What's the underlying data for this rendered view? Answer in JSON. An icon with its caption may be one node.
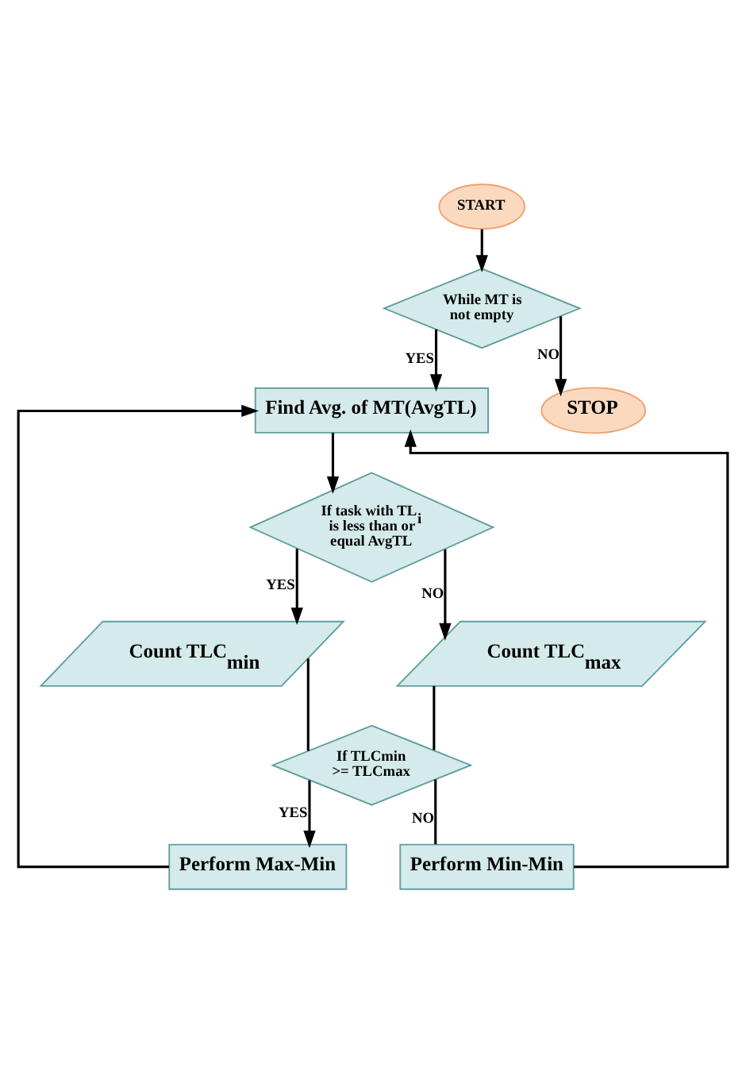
{
  "diagram": {
    "nodes": [
      {
        "text": [
          "START"
        ]
      },
      {
        "text": [
          "While MT is not empty"
        ]
      },
      {
        "text": [
          "Find Avg. of MT(AvgTL)"
        ]
      },
      {
        "text": [
          "If task with TL$_{i}$ is less than or equal AvgTL"
        ]
      },
      {
        "text": [
          "Count TLC$_{min}$"
        ]
      },
      {
        "text": [
          "Count TLC$_{max}$"
        ]
      },
      {
        "text": [
          "If TLCmin >= TLCmax"
        ]
      },
      {
        "text": [
          "Perform Max-Min"
        ]
      },
      {
        "text": [
          "Perform Min-Min"
        ]
      },
      {
        "text": [
          "STOP"
        ]
      }
    ],
    "edges": [
      {
        "from": 0,
        "to": 1,
        "arrow": "to"
      },
      {
        "from": 1,
        "to": 9,
        "arrow": "to",
        "label": "NO"
      },
      {
        "from": 1,
        "to": 2,
        "arrow": "to",
        "label": "YES"
      },
      {
        "from": 2,
        "to": 3,
        "arrow": "to"
      },
      {
        "from": 3,
        "to": 4,
        "arrow": "to",
        "label": "YES"
      },
      {
        "from": 3,
        "to": 5,
        "arrow": "to",
        "label": "NO"
      },
      {
        "from": 4,
        "to": 6,
        "arrow": "none"
      },
      {
        "from": 5,
        "to": 6,
        "arrow": "none"
      },
      {
        "from": 6,
        "to": 7,
        "arrow": "to",
        "label": "YES"
      },
      {
        "from": 6,
        "to": 8,
        "arrow": "none",
        "label": "NO"
      },
      {
        "from": 7,
        "to": 2,
        "arrow": "to"
      },
      {
        "from": 8,
        "to": 2,
        "arrow": "to"
      }
    ]
  }
}
